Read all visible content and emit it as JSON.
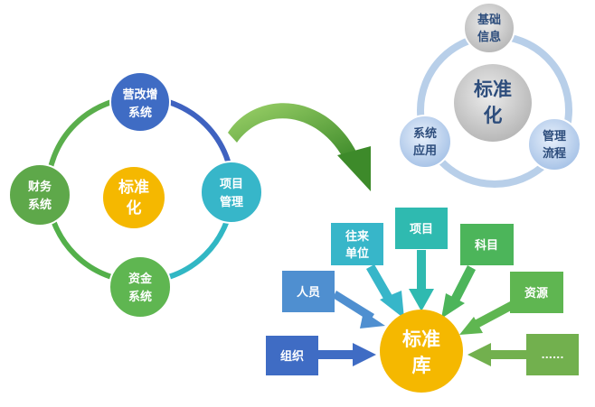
{
  "left_cycle": {
    "center": [
      "标准",
      "化"
    ],
    "nodes": [
      {
        "id": "vat",
        "lines": [
          "营改增",
          "系统"
        ],
        "color": "#3f6cc4"
      },
      {
        "id": "project",
        "lines": [
          "项目",
          "管理"
        ],
        "color": "#37b6c9"
      },
      {
        "id": "funds",
        "lines": [
          "资金",
          "系统"
        ],
        "color": "#5fb651"
      },
      {
        "id": "finance",
        "lines": [
          "财务",
          "系统"
        ],
        "color": "#5ea84a"
      }
    ],
    "center_color": "#f5b800"
  },
  "top_right_cycle": {
    "center": [
      "标准",
      "化"
    ],
    "nodes": [
      {
        "id": "basic-info",
        "lines": [
          "基础",
          "信息"
        ]
      },
      {
        "id": "mgmt-process",
        "lines": [
          "管理",
          "流程"
        ]
      },
      {
        "id": "system-app",
        "lines": [
          "系统",
          "应用"
        ]
      }
    ]
  },
  "library": {
    "center": [
      "标准",
      "库"
    ],
    "center_color": "#f5b800",
    "sources": [
      {
        "id": "org",
        "label": "组织",
        "color": "#3f6cc4"
      },
      {
        "id": "person",
        "label": "人员",
        "color": "#4f8fd0"
      },
      {
        "id": "partner",
        "lines": [
          "往来",
          "单位"
        ],
        "color": "#37b6c9"
      },
      {
        "id": "project",
        "label": "项目",
        "color": "#2fbab0"
      },
      {
        "id": "subject",
        "label": "科目",
        "color": "#4cb55a"
      },
      {
        "id": "resource",
        "label": "资源",
        "color": "#5fb651"
      },
      {
        "id": "more",
        "label": "......",
        "color": "#72b04e"
      }
    ]
  }
}
